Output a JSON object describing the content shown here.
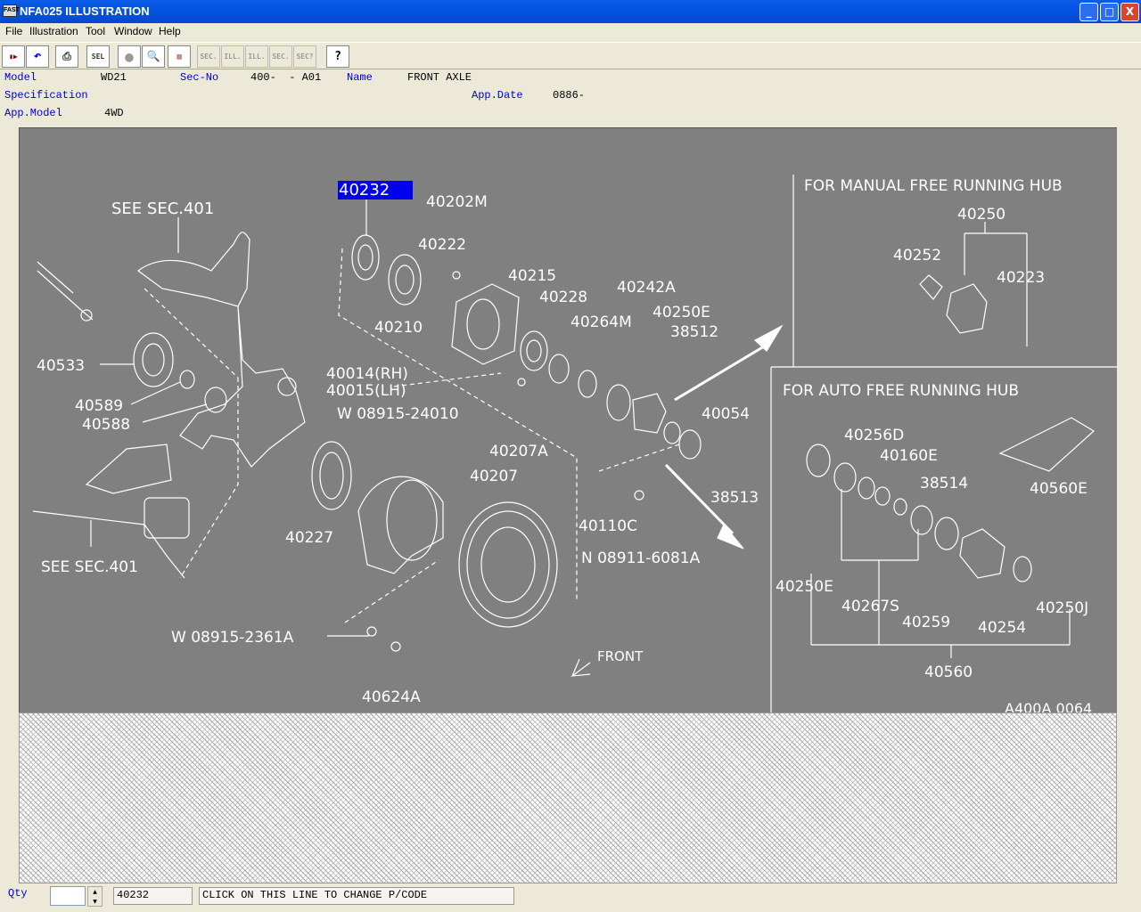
{
  "window": {
    "title": "NFA025  ILLUSTRATION",
    "icon_text": "FAST",
    "minimize": "_",
    "maximize": "□",
    "close": "X"
  },
  "menu": [
    "File",
    "Illustration",
    "Tool",
    "Window",
    "Help"
  ],
  "toolbar": {
    "items": [
      {
        "icon": "exit-icon",
        "enabled": true
      },
      {
        "icon": "undo-icon",
        "enabled": true
      },
      {
        "icon": "print-icon",
        "enabled": true
      },
      {
        "icon": "sel-icon",
        "enabled": true
      },
      {
        "icon": "circle-icon",
        "enabled": true
      },
      {
        "icon": "zoom-icon",
        "enabled": true
      },
      {
        "icon": "book-icon",
        "enabled": true
      },
      {
        "icon": "sec-prev-icon",
        "enabled": false
      },
      {
        "icon": "ill-prev-icon",
        "enabled": false
      },
      {
        "icon": "ill-next-icon",
        "enabled": false
      },
      {
        "icon": "sec-next-icon",
        "enabled": false
      },
      {
        "icon": "sec-help-icon",
        "enabled": false
      },
      {
        "icon": "help-icon",
        "enabled": true
      }
    ],
    "labels": {
      "sec": "SEC.",
      "ill": "ILL.",
      "sec_q": "SEC?"
    }
  },
  "info": {
    "model_label": "Model",
    "model": "WD21",
    "sec_no_label": "Sec-No",
    "sec_no": "400-  - A01",
    "name_label": "Name",
    "name": "FRONT AXLE",
    "spec_label": "Specification",
    "app_date_label": "App.Date",
    "app_date": "0886-",
    "app_model_label": "App.Model",
    "app_model": "4WD"
  },
  "illustration": {
    "selected_part": "40232",
    "code": "A400A 0064",
    "box_manual_title": "FOR MANUAL FREE RUNNING HUB",
    "box_auto_title": "FOR AUTO FREE RUNNING HUB",
    "front_label": "FRONT",
    "parts": [
      "40202M",
      "40222",
      "40210",
      "40215",
      "40228",
      "40242A",
      "40264M",
      "40250E",
      "38512",
      "40054",
      "38513",
      "40533",
      "40589",
      "40588",
      "40014(RH)",
      "40015(LH)",
      "W 08915-24010",
      "40207A",
      "40207",
      "40227",
      "40110C",
      "N 08911-6081A",
      "W 08915-2361A",
      "40624A",
      "40250",
      "40252",
      "40223",
      "40256D",
      "40160E",
      "38514",
      "40560E",
      "40267S",
      "40259",
      "40254",
      "40250J",
      "40560"
    ],
    "see_sec_top": "SEE SEC.401",
    "see_sec_bottom": "SEE SEC.401"
  },
  "status": {
    "qty_label": "Qty",
    "qty_value": "",
    "pcode": "40232",
    "change_hint": "CLICK ON THIS LINE TO CHANGE P/CODE"
  }
}
